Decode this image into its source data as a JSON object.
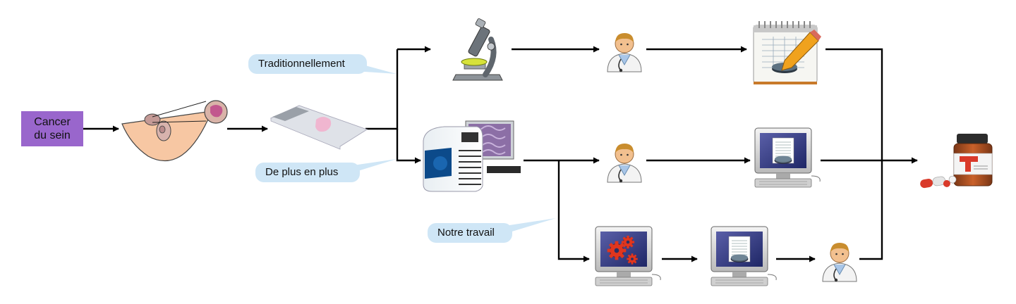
{
  "start_node": {
    "line1": "Cancer",
    "line2": "du sein"
  },
  "callouts": {
    "traditional": "Traditionnellement",
    "increasingly": "De plus en plus",
    "our_work": "Notre travail"
  },
  "colors": {
    "start_box": "#9966cc",
    "callout": "#cfe6f6",
    "arrow": "#000000",
    "tissue": "#f7c7a3",
    "slide_stain": "#f0b6d0",
    "gear": "#e0361e"
  },
  "icons": [
    "breast-tissue-icon",
    "slide-icon",
    "microscope-icon",
    "scanner-icon",
    "pathologist-icon",
    "report-icon",
    "computer-icon",
    "computer-gears-icon",
    "medication-icon"
  ]
}
